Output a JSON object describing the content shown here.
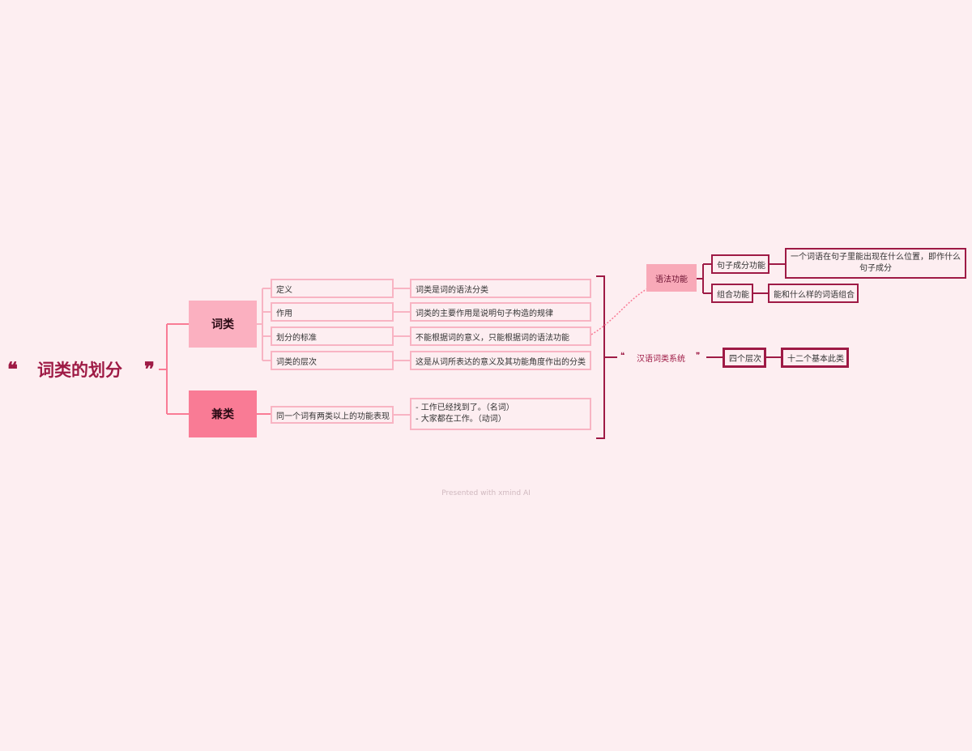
{
  "title": "词类的划分",
  "quote_open": "❝",
  "quote_close": "❞",
  "categories": [
    {
      "label": "词类",
      "items": [
        {
          "label": "定义",
          "desc": "词类是词的语法分类"
        },
        {
          "label": "作用",
          "desc": "词类的主要作用是说明句子构造的规律"
        },
        {
          "label": "划分的标准",
          "desc": "不能根据词的意义，只能根据词的语法功能"
        },
        {
          "label": "词类的层次",
          "desc": "这是从词所表达的意义及其功能角度作出的分类"
        }
      ]
    },
    {
      "label": "兼类",
      "items": [
        {
          "label": "同一个词有两类以上的功能表现",
          "desc_lines": [
            "- 工作已经找到了。（名词）",
            "- 大家都在工作。（动词）"
          ]
        }
      ]
    }
  ],
  "grammar_function": {
    "label": "语法功能",
    "children": [
      {
        "label": "句子成分功能",
        "desc_lines": [
          "一个词语在句子里能出现在什么位置，即作什么",
          "句子成分"
        ]
      },
      {
        "label": "组合功能",
        "desc": "能和什么样的词语组合"
      }
    ]
  },
  "system": {
    "label": "汉语词类系统",
    "quote_open": "❝",
    "quote_close": "❞",
    "levels": "四个层次",
    "classes": "十二个基本此类"
  },
  "footer": "Presented with xmind AI",
  "colors": {
    "background": "#fdeef1",
    "title": "#9e1a45",
    "light_pink": "#fbb0c0",
    "mid_pink": "#f97b95",
    "line_pink": "#f8b4c3",
    "dark_red": "#9e1a45"
  }
}
